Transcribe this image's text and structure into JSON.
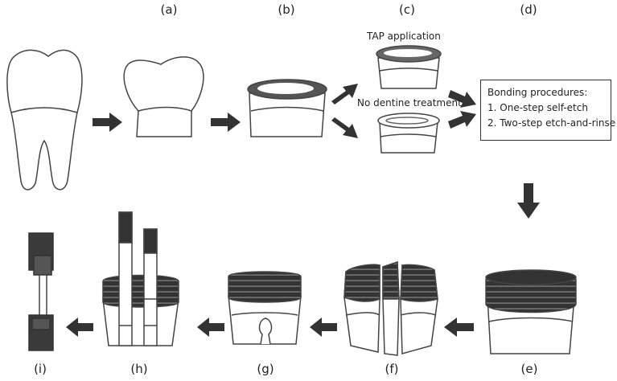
{
  "labels": {
    "a": "(a)",
    "b": "(b)",
    "c": "(c)",
    "d": "(d)",
    "e": "(e)",
    "f": "(f)",
    "g": "(g)",
    "h": "(h)",
    "i": "(i)"
  },
  "notes": {
    "tap": "TAP application",
    "no_treatment": "No dentine treatment"
  },
  "bonding": {
    "title": "Bonding procedures:",
    "step1": "1. One-step self-etch",
    "step2": "2. Two-step etch-and-rinse"
  },
  "colors": {
    "line": "#444444",
    "dark": "#333333",
    "arrow": "#333333"
  }
}
